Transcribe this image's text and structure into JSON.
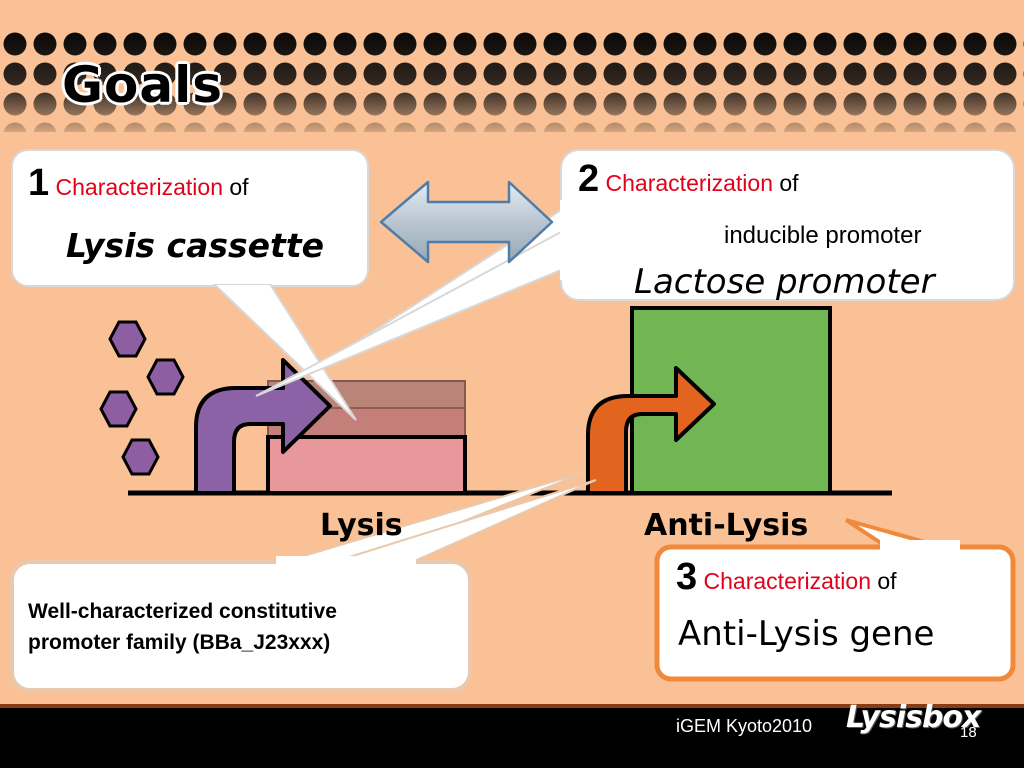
{
  "slide": {
    "title": "Goals",
    "footer": "iGEM Kyoto2010",
    "logo_text": "Lysisbox",
    "page_number": "18"
  },
  "callouts": {
    "one": {
      "number": "1",
      "keyword": "Characterization",
      "suffix": "of",
      "subject": "Lysis cassette"
    },
    "two": {
      "number": "2",
      "keyword": "Characterization",
      "suffix": "of",
      "detail": "inducible promoter",
      "subject": "Lactose promoter"
    },
    "three": {
      "number": "3",
      "keyword": "Characterization",
      "suffix": "of",
      "subject": "Anti-Lysis gene"
    },
    "four": {
      "line1": "Well-characterized constitutive",
      "line2": "promoter family (BBa_J23xxx)"
    }
  },
  "diagram": {
    "lysis_label": "Lysis",
    "anti_lysis_label": "Anti-Lysis"
  },
  "colors": {
    "background": "#f9c195",
    "accent_red": "#e3001b",
    "hexagon": "#8e5ea2",
    "purple_arrow": "#8b62a6",
    "orange_arrow": "#e2641f",
    "green_box": "#71b653",
    "pink_box": "#e8979a",
    "footer_bar": "#000000"
  }
}
